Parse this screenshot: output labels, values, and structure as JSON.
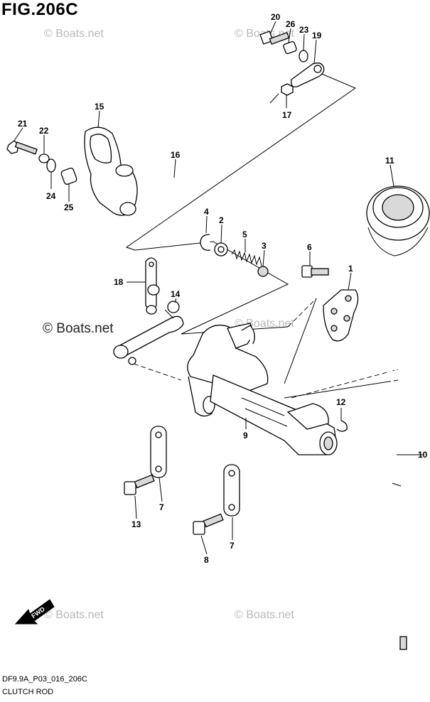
{
  "figure": {
    "title": "FIG.206C",
    "code": "DF9.9A_P03_016_206C",
    "name": "CLUTCH ROD"
  },
  "watermark": {
    "text": "© Boats.net",
    "main_text": "© Boats.net"
  },
  "fwd_label": "FWD",
  "callouts": [
    "20",
    "26",
    "23",
    "19",
    "17",
    "15",
    "16",
    "21",
    "22",
    "24",
    "25",
    "11",
    "4",
    "2",
    "5",
    "3",
    "6",
    "1",
    "18",
    "14",
    "12",
    "9",
    "10",
    "7",
    "13",
    "7",
    "8"
  ]
}
